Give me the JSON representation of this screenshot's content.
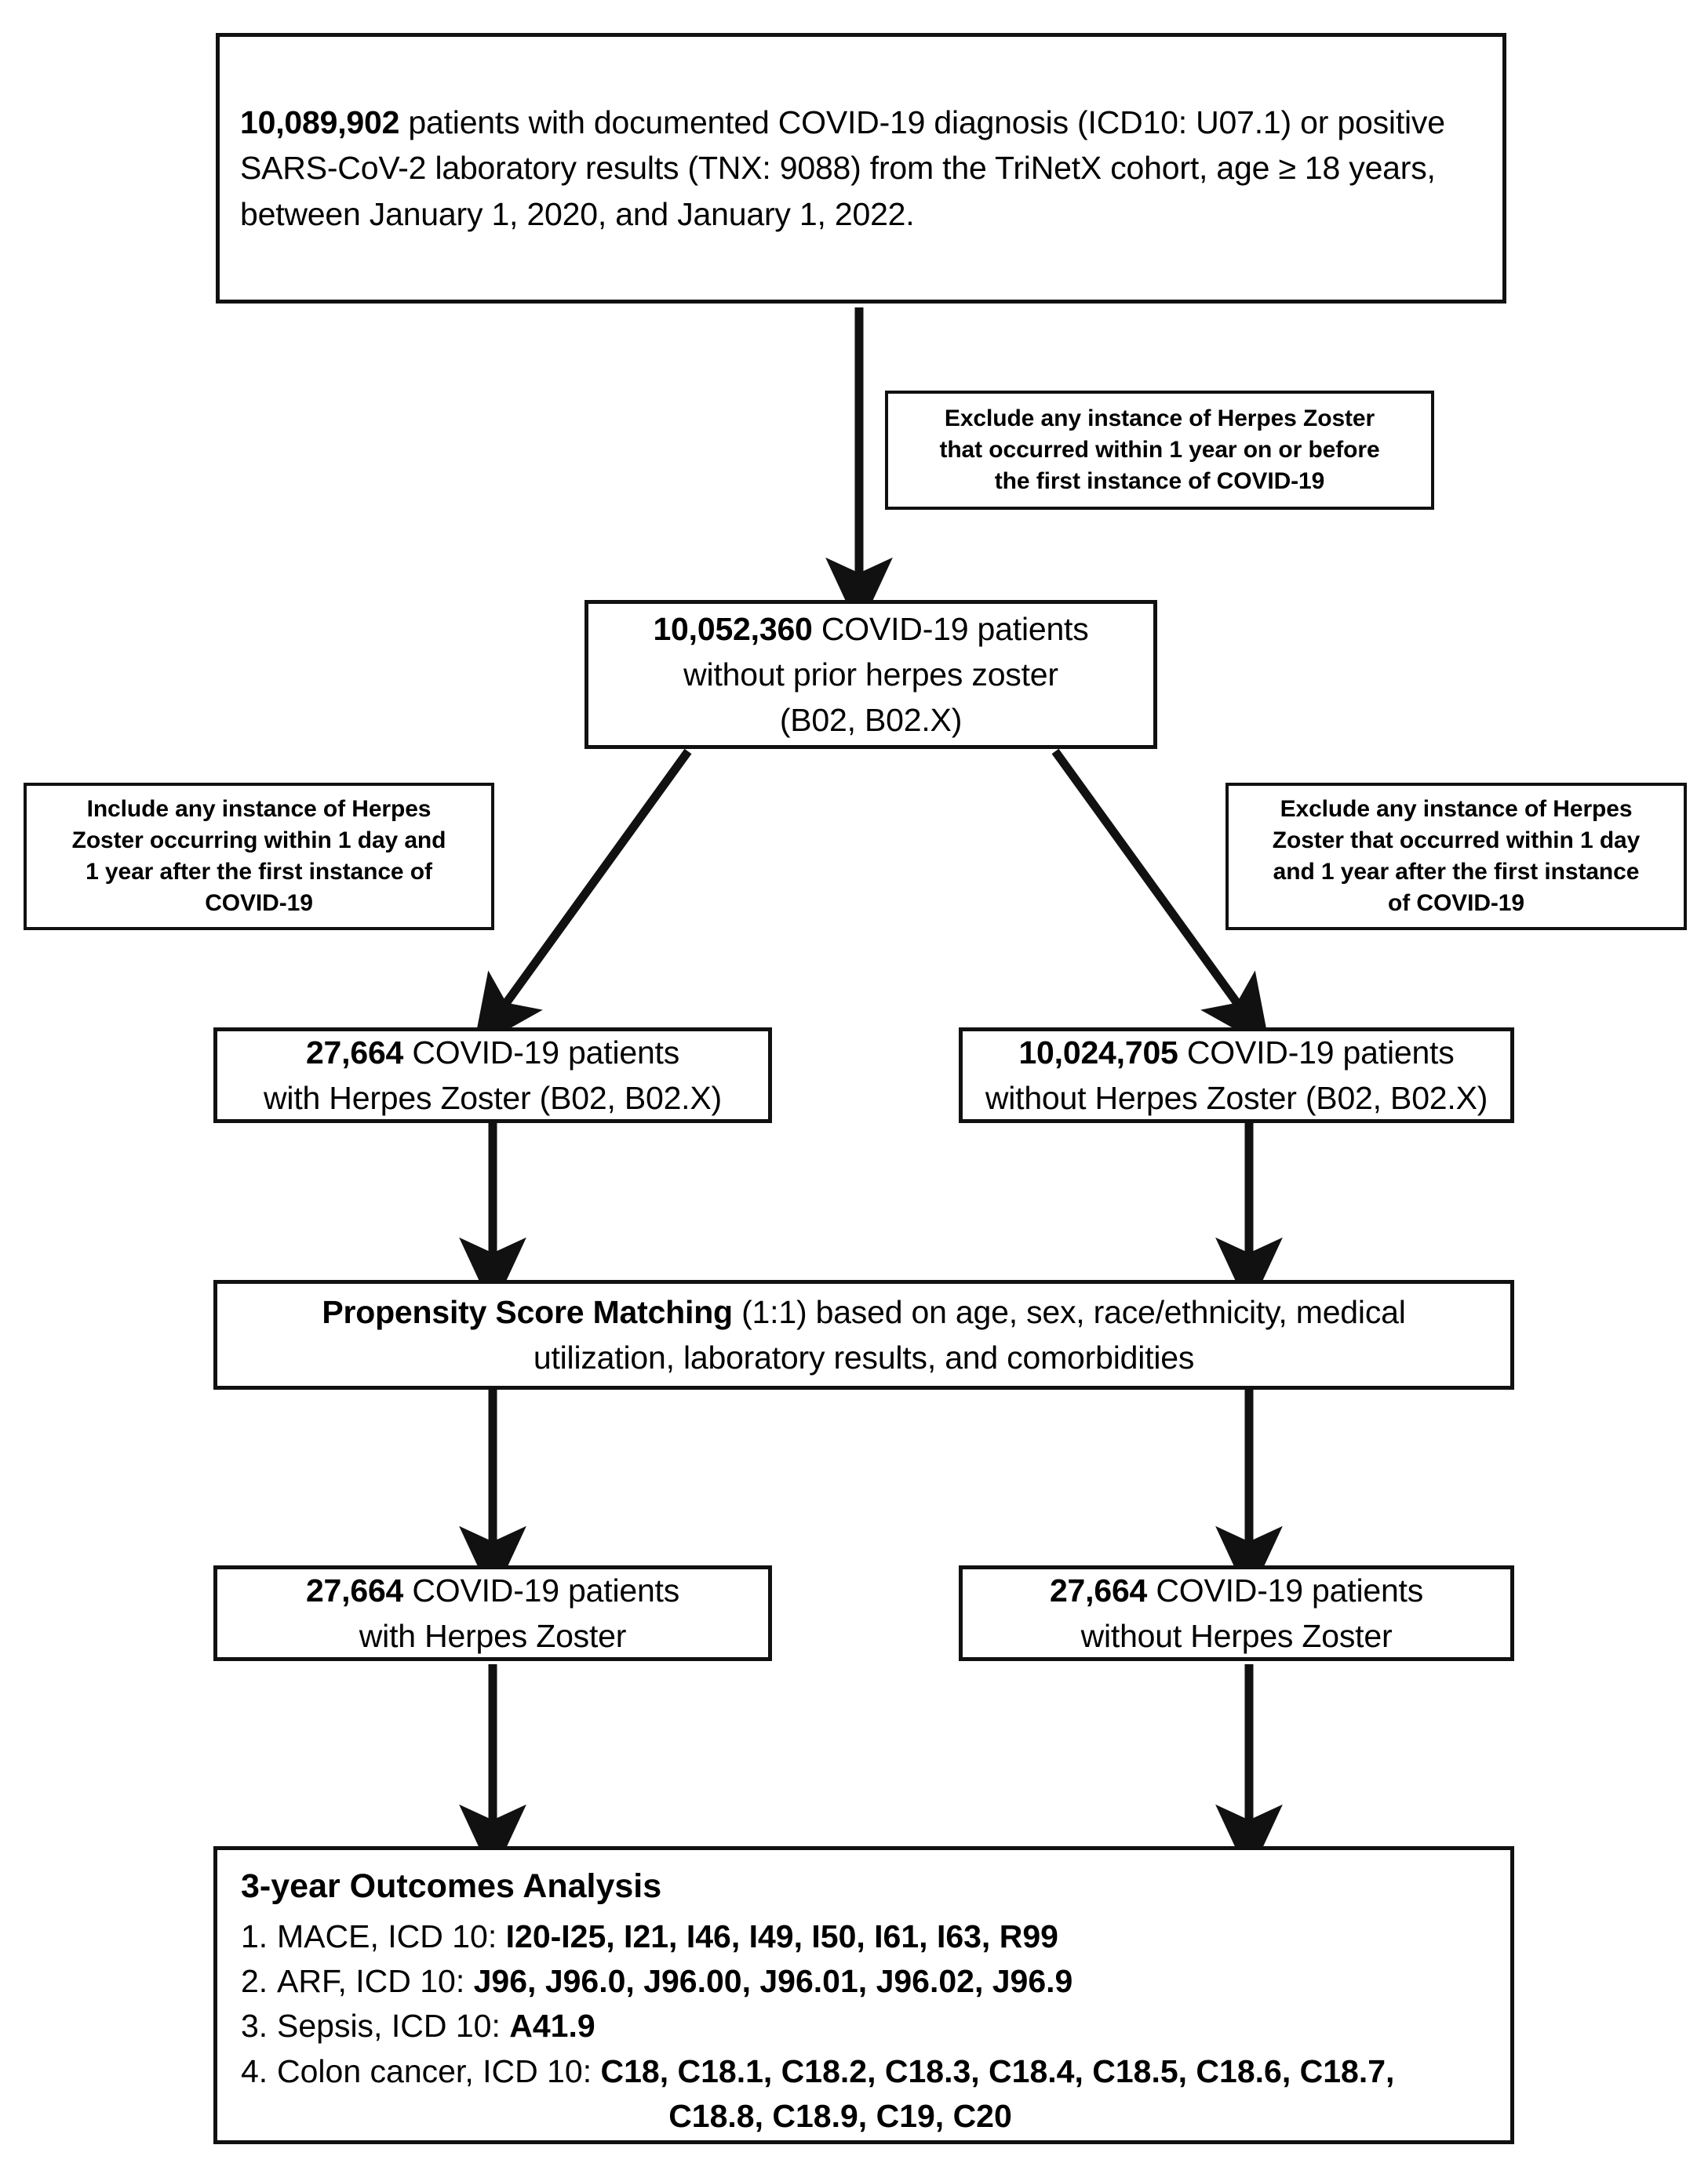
{
  "diagram": {
    "title": "COVID-19 Herpes Zoster cohort study flow diagram",
    "nodes": {
      "source_cohort": {
        "count": "10,089,902",
        "text": " patients with documented COVID-19 diagnosis (ICD10: U07.1) or positive SARS-CoV-2 laboratory results (TNX: 9088) from the TriNetX cohort, age ≥ 18 years, between January 1, 2020, and January 1, 2022."
      },
      "exclusion_prior_hz": {
        "line1": "Exclude any instance of Herpes Zoster",
        "line2": "that occurred within 1 year on or before",
        "line3": "the first instance of COVID-19"
      },
      "no_prior_hz": {
        "count": "10,052,360",
        "line1": " COVID-19 patients",
        "line2": "without prior herpes zoster",
        "line3": "(B02, B02.X)"
      },
      "include_hz_note": {
        "line1": "Include any instance of Herpes",
        "line2": "Zoster occurring within 1 day and",
        "line3": "1 year after the first instance of",
        "line4": "COVID-19"
      },
      "exclude_hz_note": {
        "line1": "Exclude any instance of Herpes",
        "line2": "Zoster that occurred within 1 day",
        "line3": "and 1 year after the first instance",
        "line4": "of COVID-19"
      },
      "hz_cohort": {
        "count": "27,664",
        "line1": " COVID-19 patients",
        "line2": "with Herpes Zoster (B02, B02.X)"
      },
      "no_hz_cohort": {
        "count": "10,024,705",
        "line1": " COVID-19 patients",
        "line2": "without Herpes Zoster (B02, B02.X)"
      },
      "propensity_matching": {
        "bold": "Propensity Score Matching",
        "line1": " (1:1) based on age, sex, race/ethnicity, medical",
        "line2": "utilization, laboratory results, and comorbidities"
      },
      "matched_hz": {
        "count": "27,664",
        "line1": " COVID-19 patients",
        "line2": "with Herpes Zoster"
      },
      "matched_no_hz": {
        "count": "27,664",
        "line1": " COVID-19 patients",
        "line2": "without Herpes Zoster"
      },
      "outcomes": {
        "title": "3-year Outcomes Analysis",
        "items": [
          {
            "num": "1.",
            "label": "MACE, ICD 10: ",
            "codes": "I20-I25, I21, I46, I49, I50, I61, I63, R99"
          },
          {
            "num": "2.",
            "label": "ARF, ICD 10:  ",
            "codes": "J96, J96.0, J96.00, J96.01, J96.02, J96.9"
          },
          {
            "num": "3.",
            "label": "Sepsis, ICD 10: ",
            "codes": "A41.9"
          },
          {
            "num": "4.",
            "label": "Colon cancer, ICD 10: ",
            "codes": "C18, C18.1, C18.2, C18.3, C18.4, C18.5, C18.6, C18.7,"
          }
        ],
        "continuation": "C18.8, C18.9, C19, C20"
      }
    },
    "colors": {
      "stroke": "#111111",
      "background": "#ffffff",
      "text": "#000000"
    }
  }
}
